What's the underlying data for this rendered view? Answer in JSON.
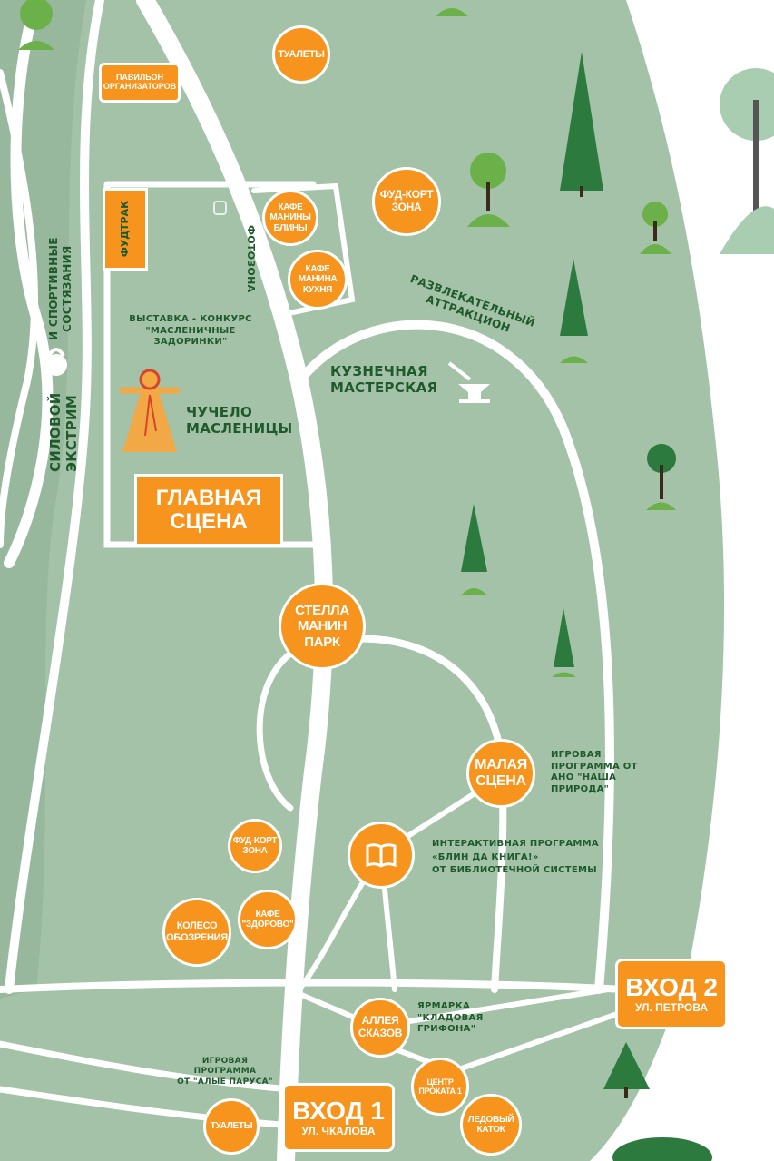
{
  "colors": {
    "park": "#a3c2a8",
    "road": "#ffffff",
    "marker": "#f7941d",
    "label": "#1e5a2c",
    "tree": "#2f7a3e"
  },
  "markers": {
    "toilets_top": "ТУАЛЕТЫ",
    "organizers": "ПАВИЛЬОН\nОРГАНИЗАТОРОВ",
    "foodtruck": "ФУДТРАК",
    "cafe_bliny": "КАФЕ\nМАНИНЫ\nБЛИНЫ",
    "cafe_kitchen": "КАФЕ\nМАНИНА\nКУХНЯ",
    "foodcourt_top": "ФУД-КОРТ\nЗОНА",
    "main_stage": "ГЛАВНАЯ\nСЦЕНА",
    "stella": "СТЕЛЛА\nМАНИН\nПАРК",
    "small_stage": "МАЛАЯ\nСЦЕНА",
    "foodcourt_bottom": "ФУД-КОРТ\nЗОНА",
    "cafe_zdorovo": "КАФЕ\n\"ЗДОРОВО\"",
    "ferris_wheel": "КОЛЕСО\nОБОЗРЕНИЯ",
    "alley": "АЛЛЕЯ\nСКАЗОВ",
    "toilets_bottom": "ТУАЛЕТЫ",
    "rental": "ЦЕНТР\nПРОКАТА 1",
    "ice_rink": "ЛЕДОВЫЙ\nКАТОК"
  },
  "entrances": [
    {
      "title": "ВХОД 1",
      "street": "УЛ. ЧКАЛОВА"
    },
    {
      "title": "ВХОД 2",
      "street": "УЛ. ПЕТРОВА"
    }
  ],
  "labels": {
    "photozone": "ФОТОЗОНА",
    "attraction": "РАЗВЛЕКАТЕЛЬНЫЙ\nАТТРАКЦИОН",
    "smithy": "КУЗНЕЧНАЯ\nМАСТЕРСКАЯ",
    "exhibition": "ВЫСТАВКА - КОНКУРС\n\"МАСЛЕНИЧНЫЕ\nЗАДОРИНКИ\"",
    "effigy": "ЧУЧЕЛО\nМАСЛЕНИЦЫ",
    "strength": "СИЛОВОЙ\nЭКСТРИМ",
    "sports": "И СПОРТИВНЫЕ\nСОСТЯЗАНИЯ",
    "small_stage_program": "ИГРОВАЯ\nПРОГРАММА ОТ\nАНО \"НАША\nПРИРОДА\"",
    "library_program": "ИНТЕРАКТИВНАЯ ПРОГРАММА\n«БЛИН ДА КНИГА!»\nОТ БИБЛИОТЕЧНОЙ СИСТЕМЫ",
    "fair": "ЯРМАРКА\n\"КЛАДОВАЯ\nГРИФОНА\"",
    "scarlet_sails": "ИГРОВАЯ\nПРОГРАММА\nОТ \"АЛЫЕ ПАРУСА\""
  }
}
